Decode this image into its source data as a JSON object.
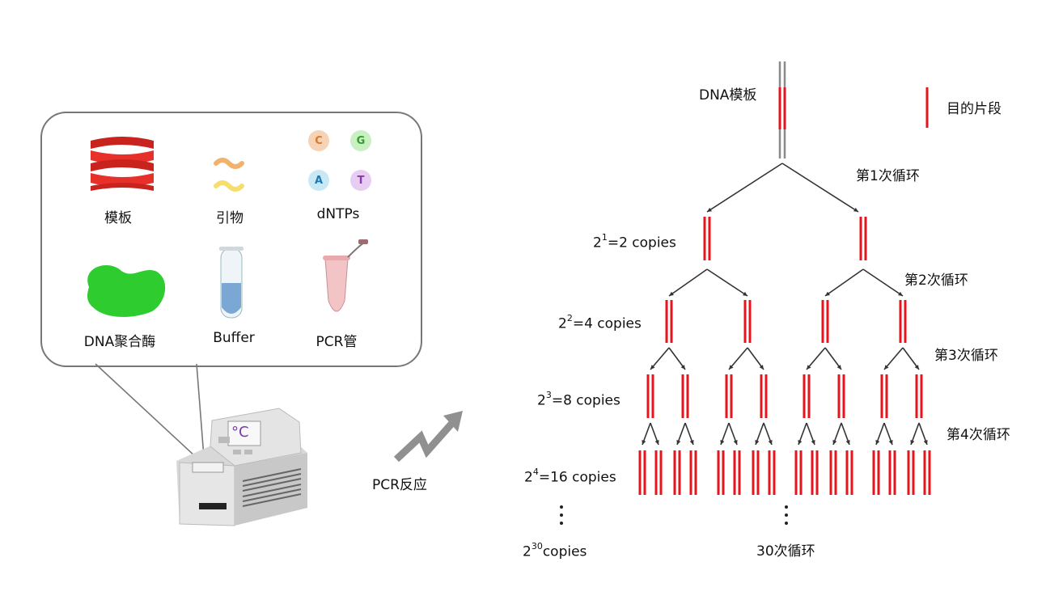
{
  "reagents": {
    "template": "模板",
    "primer": "引物",
    "dntps": "dNTPs",
    "nucleotides": [
      "C",
      "G",
      "A",
      "T"
    ],
    "polymerase": "DNA聚合酶",
    "buffer": "Buffer",
    "tube": "PCR管"
  },
  "machine": {
    "display_symbol": "°C"
  },
  "arrow_label": "PCR反应",
  "tree": {
    "template_label": "DNA模板",
    "legend_label": "目的片段",
    "cycles": [
      "第1次循环",
      "第2次循环",
      "第3次循环",
      "第4次循环"
    ],
    "copies": [
      {
        "base": "2",
        "exp": "1",
        "text": "=2 copies"
      },
      {
        "base": "2",
        "exp": "2",
        "text": "=4 copies"
      },
      {
        "base": "2",
        "exp": "3",
        "text": "=8 copies"
      },
      {
        "base": "2",
        "exp": "4",
        "text": "=16 copies"
      },
      {
        "base": "2",
        "exp": "30",
        "text": "copies"
      }
    ],
    "final_cycle": "30次循环"
  },
  "colors": {
    "strand_red": "#e8141b",
    "strand_gray": "#8a8a8a",
    "branch_line": "#333333",
    "ribbon_red": "#e8302a",
    "enzyme_green": "#2ecc2e",
    "tube_blue": "#7aa7d4",
    "pcr_tube_pink": "#f3c4c6"
  }
}
